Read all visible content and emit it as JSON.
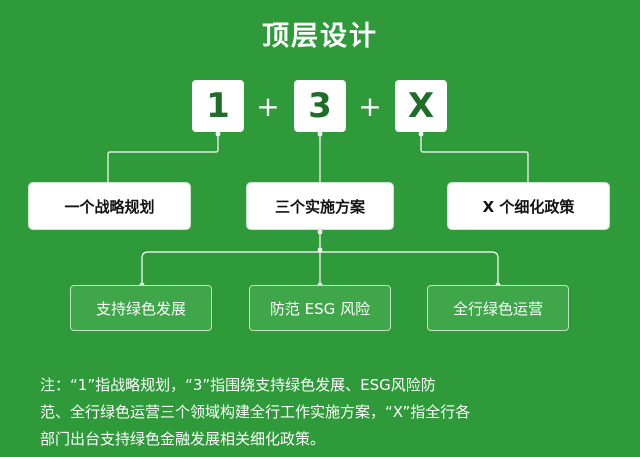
{
  "title": "顶层设计",
  "top_row": {
    "item1": "1",
    "plus1": "+",
    "item2": "3",
    "plus2": "+",
    "item3": "X"
  },
  "middle_row": {
    "left": "一个战略规划",
    "center": "三个实施方案",
    "right": "X 个细化政策"
  },
  "bottom_row": {
    "left": "支持绿色发展",
    "center": "防范 ESG 风险",
    "right": "全行绿色运营"
  },
  "note": {
    "line1": "注：“1”指战略规划，“3”指围绕支持绿色发展、ESG风险防",
    "line2": "范、全行绿色运营三个领域构建全行工作实施方案，“X”指全行各",
    "line3": "部门出台支持绿色金融发展相关细化政策。"
  },
  "colors": {
    "background": "#2f9a3a",
    "box_text": "#1f6d28",
    "connector": "#ffffff"
  }
}
